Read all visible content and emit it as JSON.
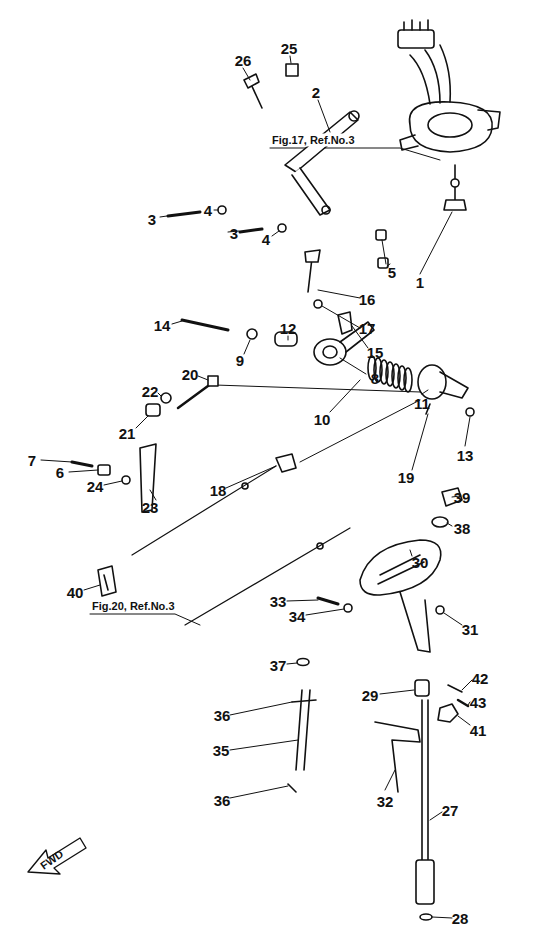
{
  "diagram": {
    "labels": [
      "26",
      "25",
      "2",
      "3",
      "4",
      "3",
      "4",
      "5",
      "1",
      "16",
      "17",
      "15",
      "14",
      "9",
      "12",
      "8",
      "10",
      "11",
      "13",
      "19",
      "20",
      "22",
      "21",
      "7",
      "6",
      "24",
      "23",
      "18",
      "40",
      "39",
      "38",
      "30",
      "33",
      "34",
      "31",
      "42",
      "43",
      "41",
      "29",
      "37",
      "36",
      "35",
      "36",
      "32",
      "27",
      "28",
      "Fig.17, Ref.No.3",
      "Fig.20, Ref.No.3",
      "FWD"
    ]
  }
}
